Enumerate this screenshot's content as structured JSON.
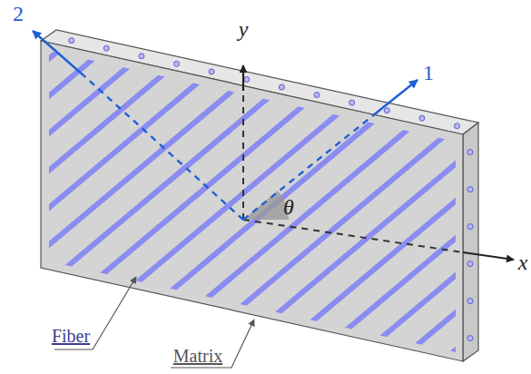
{
  "diagram": {
    "labels": [
      "2",
      "y",
      "1",
      "θ",
      "x",
      "Fiber",
      "Matrix"
    ]
  }
}
